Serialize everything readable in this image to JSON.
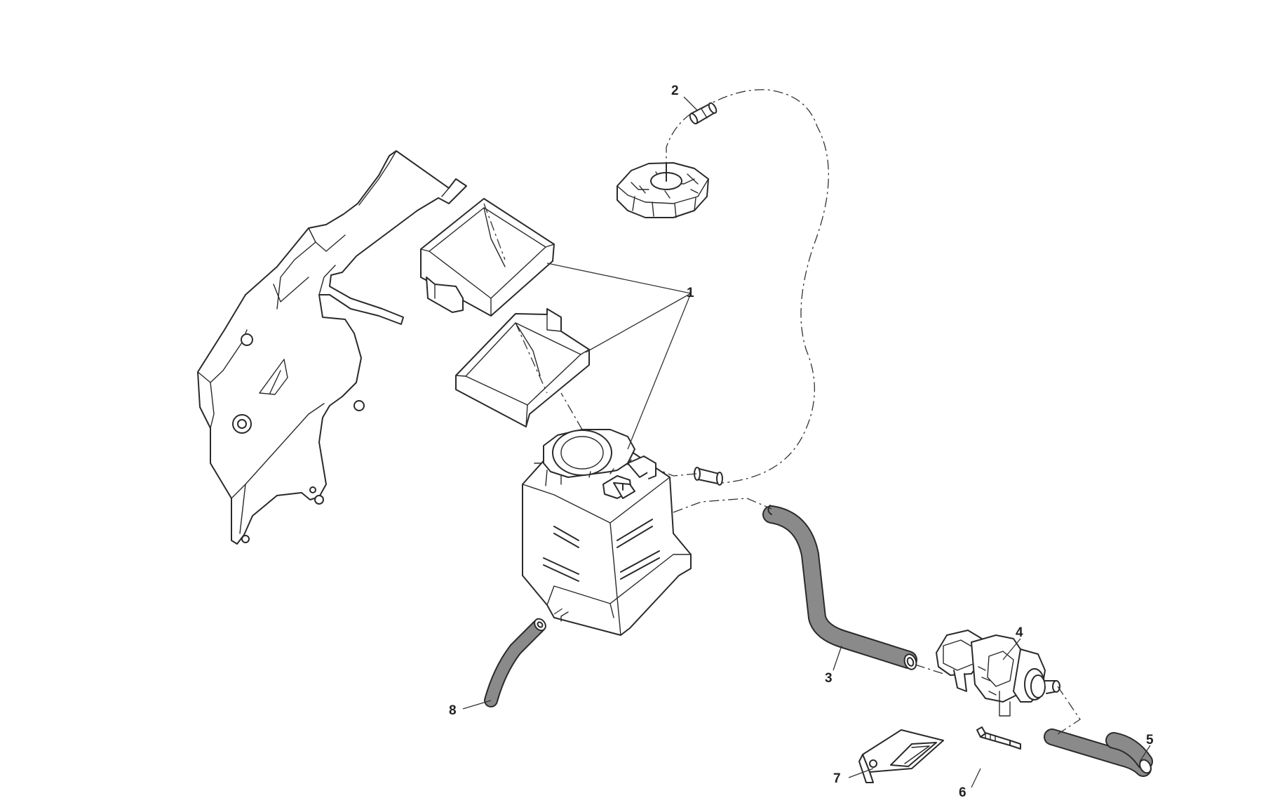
{
  "diagram": {
    "callouts": [
      {
        "id": "1",
        "label": "1"
      },
      {
        "id": "2",
        "label": "2"
      },
      {
        "id": "3",
        "label": "3"
      },
      {
        "id": "4",
        "label": "4"
      },
      {
        "id": "5",
        "label": "5"
      },
      {
        "id": "6",
        "label": "6"
      },
      {
        "id": "7",
        "label": "7"
      },
      {
        "id": "8",
        "label": "8"
      }
    ],
    "colors": {
      "line": "#2a2a2a",
      "hose_fill": "#8a8a8a",
      "background": "#ffffff"
    }
  }
}
